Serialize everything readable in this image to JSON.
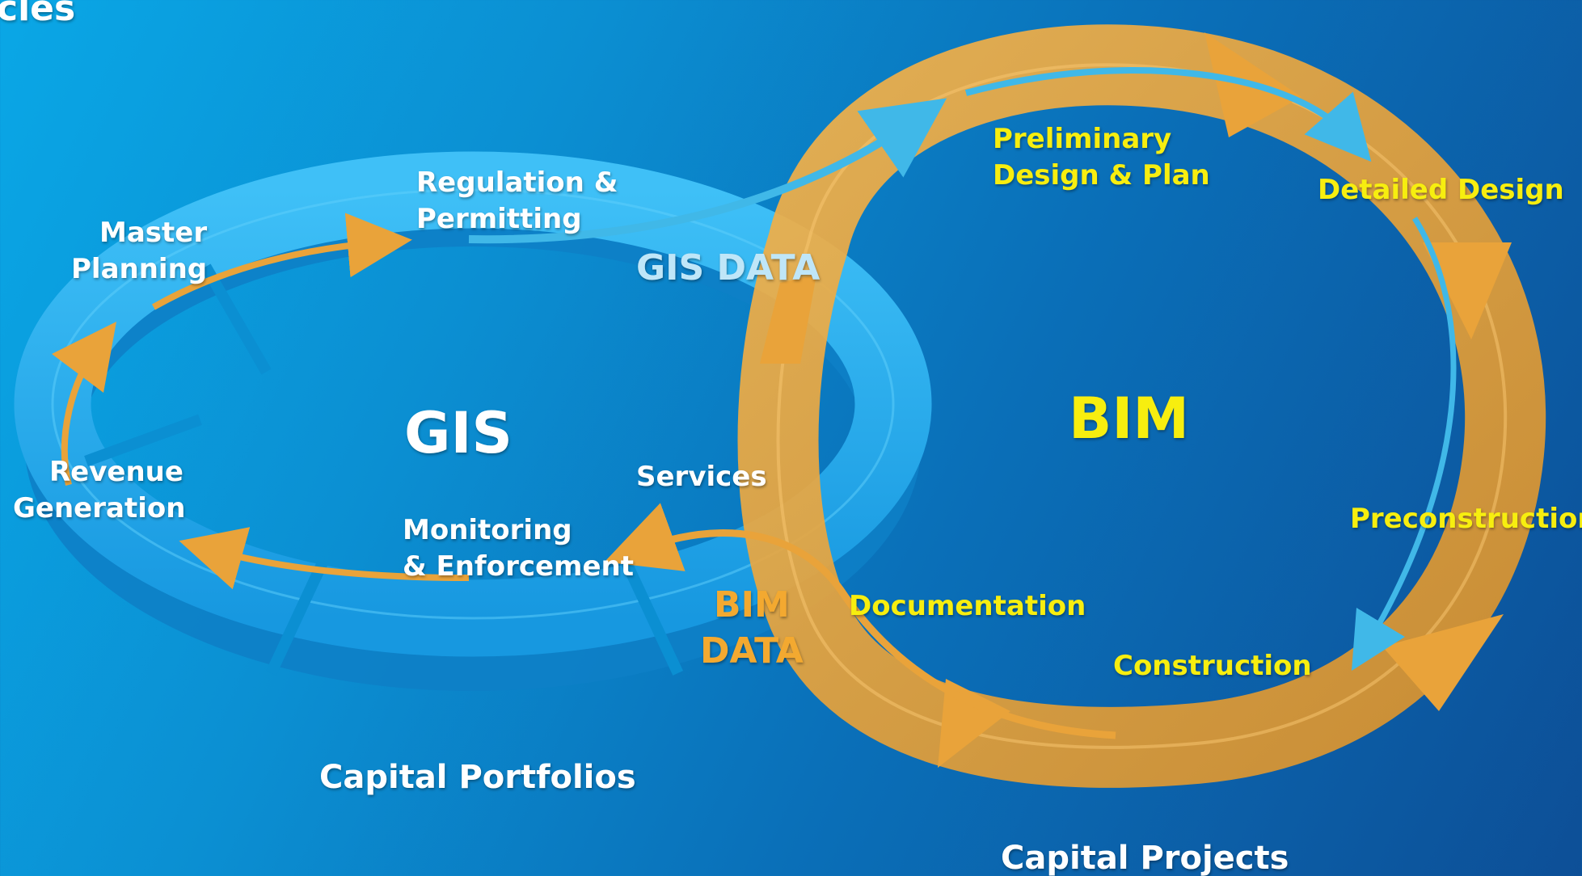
{
  "header": {
    "title_fragment": "cles"
  },
  "gis_cycle": {
    "center": "GIS",
    "stages": {
      "master_planning": [
        "Master",
        "Planning"
      ],
      "regulation": [
        "Regulation &",
        "Permitting"
      ],
      "services": "Services",
      "monitoring": [
        "Monitoring",
        "& Enforcement"
      ],
      "revenue": [
        "Revenue",
        "Generation"
      ]
    },
    "caption": "Capital Portfolios"
  },
  "bim_cycle": {
    "center": "BIM",
    "stages": {
      "preliminary": [
        "Preliminary",
        "Design & Plan"
      ],
      "detailed": "Detailed Design",
      "preconstruction": "Preconstruction",
      "construction": "Construction",
      "documentation": "Documentation"
    },
    "caption": "Capital Projects"
  },
  "flows": {
    "gis_data": "GIS DATA",
    "bim_data": [
      "BIM",
      "DATA"
    ]
  },
  "colors": {
    "gis_ring": "#1aa6ec",
    "bim_ring": "#e9a33a",
    "stage_text_bim": "#f7ee0f",
    "bim_data_text": "#f3a930",
    "flow_blue": "#40b8e8"
  }
}
